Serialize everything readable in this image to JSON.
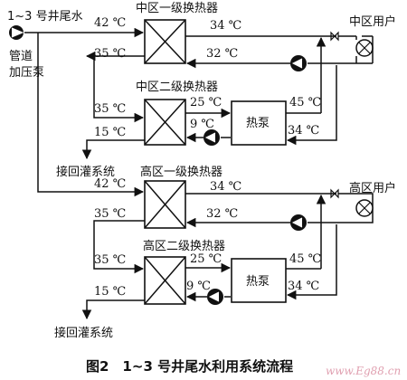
{
  "source": {
    "label": "1~3 号井尾水",
    "pump_label_1": "管道",
    "pump_label_2": "加压泵"
  },
  "mid": {
    "hx1_title": "中区一级换热器",
    "hx2_title": "中区二级换热器",
    "user_label": "中区用户",
    "heat_pump": "热泵",
    "reinject": "接回灌系统",
    "t_in": "42 ℃",
    "t_out1": "35 ℃",
    "t_supply": "34 ℃",
    "t_return": "32 ℃",
    "t_in2": "35 ℃",
    "t_hp_in": "25 ℃",
    "t_hp_out": "9 ℃",
    "t_out2": "15 ℃",
    "t_hp_hot": "45 ℃",
    "t_hp_back": "34 ℃"
  },
  "high": {
    "hx1_title": "高区一级换热器",
    "hx2_title": "高区二级换热器",
    "user_label": "高区用户",
    "heat_pump": "热泵",
    "reinject": "接回灌系统",
    "t_in": "42 ℃",
    "t_out1": "35 ℃",
    "t_supply": "34 ℃",
    "t_return": "32 ℃",
    "t_in2": "35 ℃",
    "t_hp_in": "25 ℃",
    "t_hp_out": "9 ℃",
    "t_out2": "15 ℃",
    "t_hp_hot": "45 ℃",
    "t_hp_back": "34 ℃"
  },
  "caption": "图2　1~3 号井尾水利用系统流程",
  "watermark": "www.Eg88.cn"
}
